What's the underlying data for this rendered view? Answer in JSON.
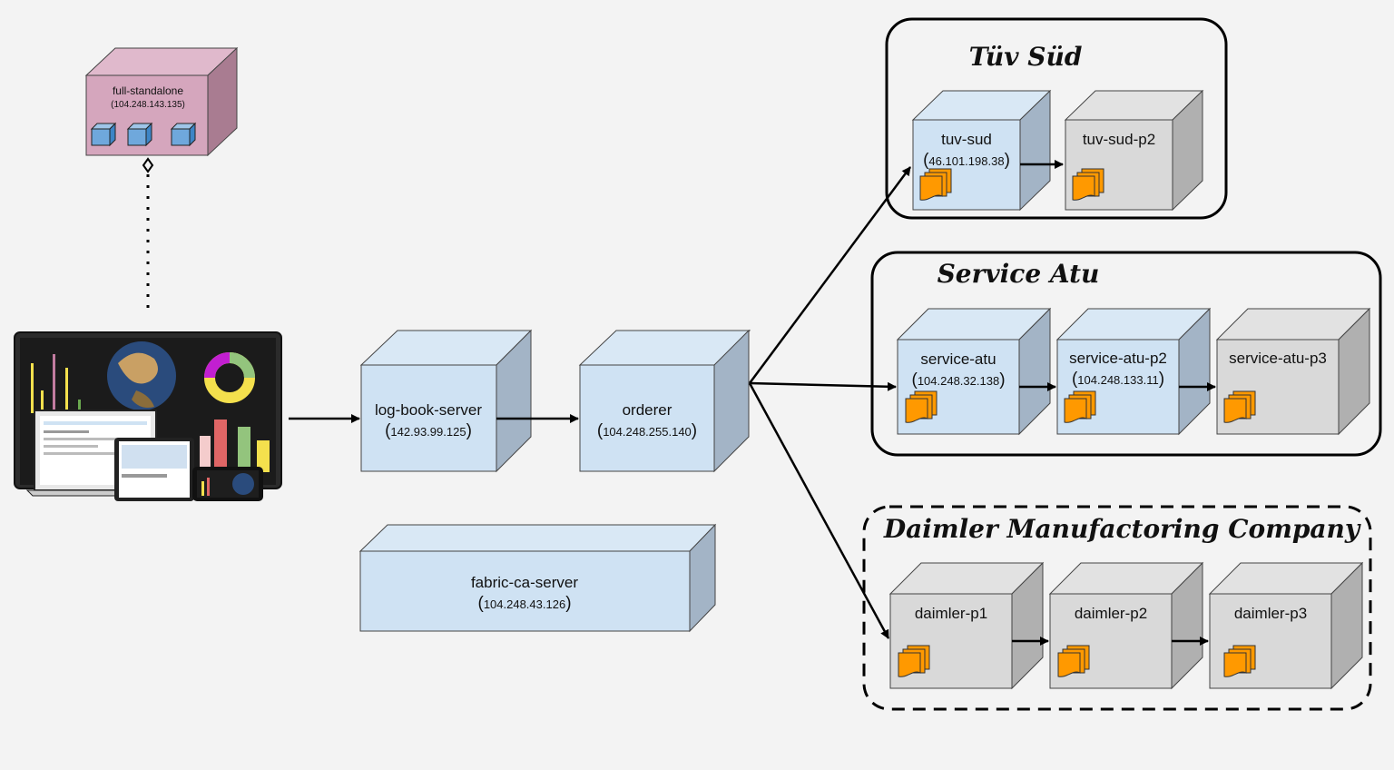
{
  "standalone": {
    "name": "full-standalone",
    "ip": "(104.248.143.135)"
  },
  "log_book_server": {
    "name": "log-book-server",
    "ip": "142.93.99.125"
  },
  "orderer": {
    "name": "orderer",
    "ip": "104.248.255.140"
  },
  "fabric_ca_server": {
    "name": "fabric-ca-server",
    "ip": "104.248.43.126"
  },
  "groups": {
    "tuv_sud": {
      "title": "Tüv Süd",
      "peer1": {
        "name": "tuv-sud",
        "ip": "46.101.198.38"
      },
      "peer2": {
        "name": "tuv-sud-p2"
      }
    },
    "service_atu": {
      "title": "Service Atu",
      "peer1": {
        "name": "service-atu",
        "ip": "104.248.32.138"
      },
      "peer2": {
        "name": "service-atu-p2",
        "ip": "104.248.133.11"
      },
      "peer3": {
        "name": "service-atu-p3"
      }
    },
    "daimler": {
      "title": "Daimler Manufactoring Company",
      "peer1": {
        "name": "daimler-p1"
      },
      "peer2": {
        "name": "daimler-p2"
      },
      "peer3": {
        "name": "daimler-p3"
      }
    }
  },
  "colors": {
    "node_light_blue": "#cfe2f3",
    "node_gray": "#d9d9d9",
    "standalone_pink": "#d5a6bd",
    "ledger_orange": "#ff9900",
    "background": "#f3f3f3"
  },
  "icons": {
    "client": "dashboard-devices-icon",
    "ledger": "ledger-docs-icon",
    "container": "container-cube-icon"
  }
}
